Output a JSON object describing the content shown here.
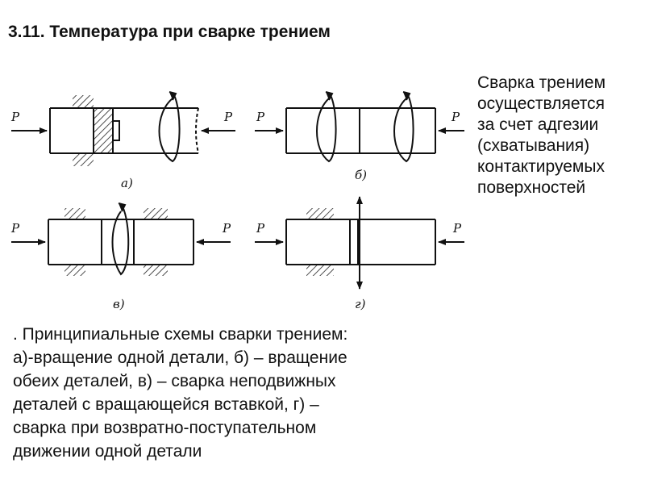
{
  "title": "3.11. Температура при  сварке трением",
  "side_note": {
    "lines": [
      "Сварка трением",
      "осуществляется",
      "за счет адгезии",
      "(схватывания)",
      "контактируемых",
      "поверхностей"
    ]
  },
  "caption": {
    "lines": [
      ". Принципиальные схемы сварки трением:",
      "а)-вращение одной детали, б) – вращение",
      "обеих деталей, в) – сварка неподвижных",
      "деталей с вращающейся вставкой, г) –",
      "сварка при возвратно-поступательном",
      "движении одной детали"
    ]
  },
  "diagram": {
    "force_label": "P",
    "sub_labels": [
      "а)",
      "б)",
      "в)",
      "г)"
    ]
  }
}
